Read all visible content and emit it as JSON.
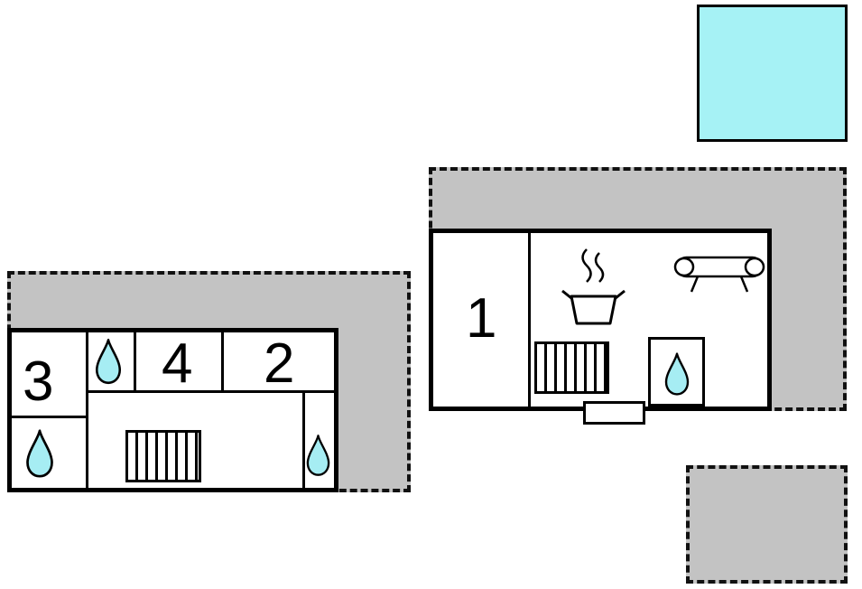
{
  "colors": {
    "background": "#ffffff",
    "terrace": "#c3c3c3",
    "pool": "#a6f2f5",
    "drop": "#a6edf3",
    "outline": "#000000"
  },
  "rooms": {
    "room1": {
      "label": "1"
    },
    "room2": {
      "label": "2"
    },
    "room3": {
      "label": "3"
    },
    "room4": {
      "label": "4"
    }
  },
  "icons": {
    "water_drop": "water-drop-icon",
    "stairs": "stairs-icon",
    "stove": "stove-icon",
    "steam": "steam-icon",
    "sofa": "sofa-icon"
  }
}
